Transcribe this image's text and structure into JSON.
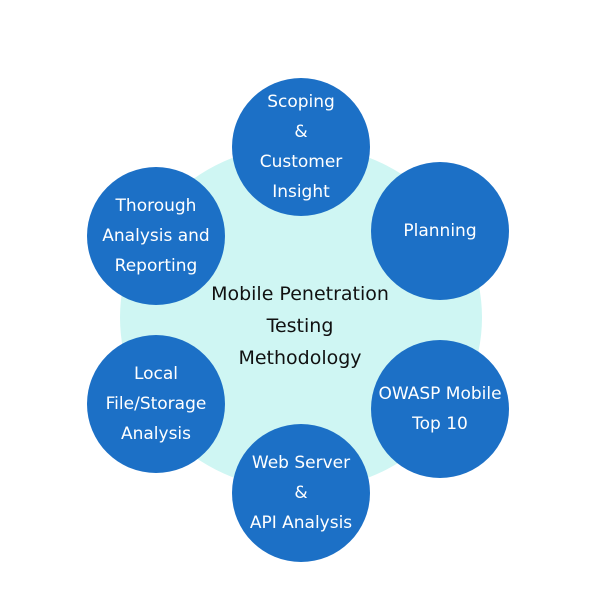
{
  "diagram": {
    "center": {
      "lines": [
        "Mobile Penetration",
        "Testing",
        "Methodology"
      ]
    },
    "nodes": [
      {
        "id": "scoping",
        "lines": [
          "Scoping",
          "&",
          "Customer",
          "Insight"
        ]
      },
      {
        "id": "planning",
        "lines": [
          "Planning"
        ]
      },
      {
        "id": "owasp",
        "lines": [
          "OWASP Mobile",
          "Top 10"
        ]
      },
      {
        "id": "webserver",
        "lines": [
          "Web Server",
          "&",
          "API Analysis"
        ]
      },
      {
        "id": "local",
        "lines": [
          "Local",
          "File/Storage",
          "Analysis"
        ]
      },
      {
        "id": "reporting",
        "lines": [
          "Thorough",
          "Analysis and",
          "Reporting"
        ]
      }
    ]
  },
  "colors": {
    "node_fill": "#1c70c6",
    "hub_fill": "#cff6f3",
    "node_text": "#ffffff",
    "hub_text": "#111111"
  }
}
